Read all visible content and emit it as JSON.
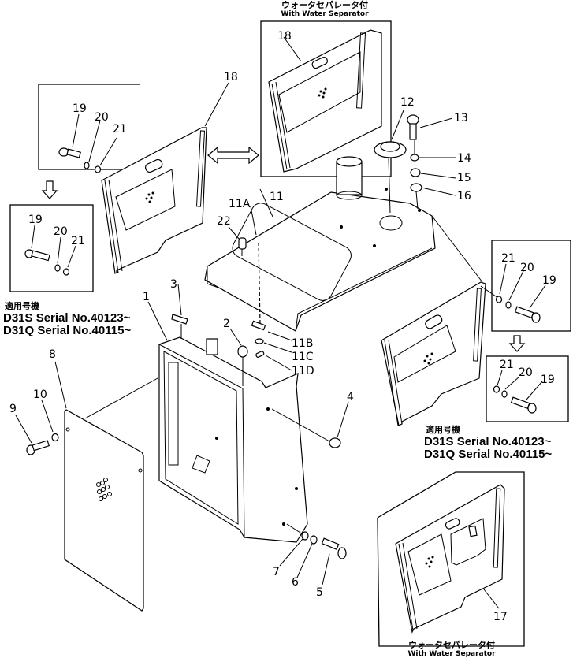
{
  "diagram": {
    "captions": {
      "water_separator_jp": "ウォータセパレータ付",
      "water_separator_en": "With Water Separator"
    },
    "applicable_models": {
      "heading_jp": "適用号機",
      "lines": [
        "D31S Serial  No.40123~",
        "D31Q Serial  No.40115~"
      ]
    },
    "part_labels": {
      "p1": "1",
      "p2": "2",
      "p3": "3",
      "p4": "4",
      "p5": "5",
      "p6": "6",
      "p7": "7",
      "p8": "8",
      "p9": "9",
      "p10": "10",
      "p11": "11",
      "p11A": "11A",
      "p11B": "11B",
      "p11C": "11C",
      "p11D": "11D",
      "p12": "12",
      "p13": "13",
      "p14": "14",
      "p15": "15",
      "p16": "16",
      "p17": "17",
      "p18": "18",
      "p19": "19",
      "p20": "20",
      "p21": "21",
      "p22": "22"
    }
  }
}
